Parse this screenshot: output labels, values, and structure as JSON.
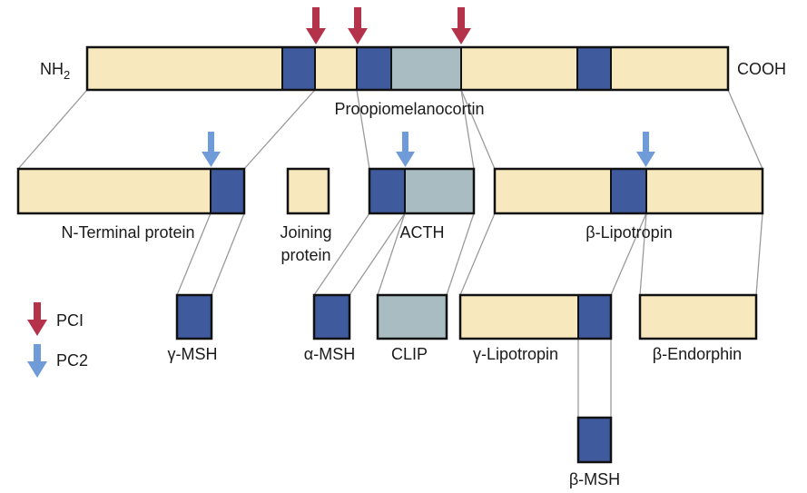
{
  "colors": {
    "propeptide": "#f8e8bd",
    "msh": "#3f5a9d",
    "clip": "#a9bcc1",
    "pc1_arrow": "#b5334a",
    "pc2_arrow": "#6f9bd8",
    "outline": "#111111",
    "connector": "#9a9a9a"
  },
  "precursor": {
    "name": "Proopiomelanocortin",
    "n_terminus": "NH",
    "n_terminus_subscript": "2",
    "c_terminus": "COOH"
  },
  "products": {
    "n_terminal_protein": "N-Terminal protein",
    "joining_protein_line1": "Joining",
    "joining_protein_line2": "protein",
    "acth": "ACTH",
    "beta_lipotropin": "β-Lipotropin",
    "gamma_msh": "γ-MSH",
    "alpha_msh": "α-MSH",
    "clip": "CLIP",
    "gamma_lipotropin": "γ-Lipotropin",
    "beta_endorphin": "β-Endorphin",
    "beta_msh": "β-MSH"
  },
  "legend": {
    "pc1": "PCI",
    "pc2": "PC2"
  },
  "icons": {
    "pc1": "down-arrow-red",
    "pc2": "down-arrow-blue"
  }
}
